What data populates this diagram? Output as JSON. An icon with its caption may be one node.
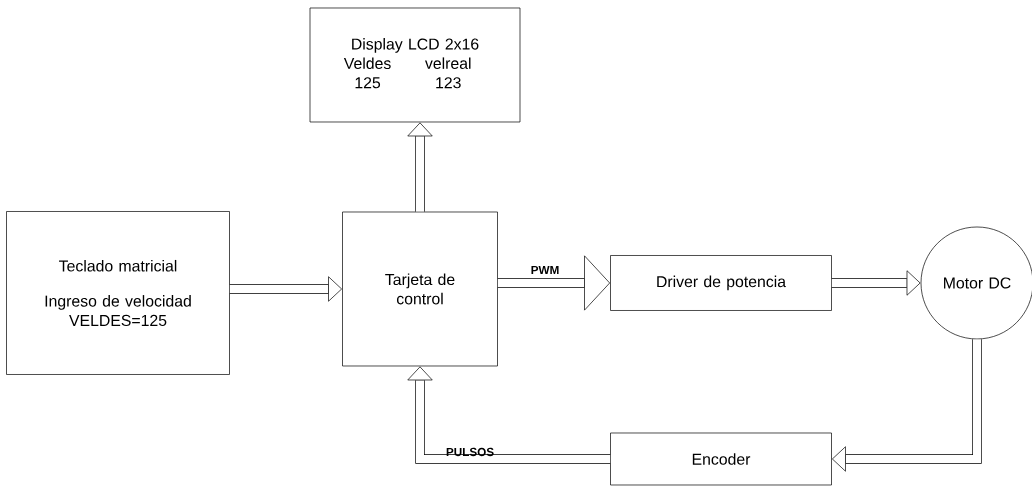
{
  "diagram": {
    "nodes": [
      {
        "text": [
          "Display LCD 2x16",
          "Veldes",
          "velreal",
          "125",
          "123"
        ]
      },
      {
        "text": [
          "Teclado matricial",
          "Ingreso de velocidad VELDES=125"
        ]
      },
      {
        "text": [
          "Tarjeta de control"
        ]
      },
      {
        "text": [
          "Driver de potencia"
        ]
      },
      {
        "text": [
          "Motor DC"
        ]
      },
      {
        "text": [
          "Encoder"
        ]
      }
    ],
    "edges": [
      {
        "from": 1,
        "to": 2,
        "arrow": "to"
      },
      {
        "from": 2,
        "to": 0,
        "arrow": "to"
      },
      {
        "from": 2,
        "to": 3,
        "arrow": "to",
        "label": "PWM"
      },
      {
        "from": 3,
        "to": 4,
        "arrow": "to"
      },
      {
        "from": 4,
        "to": 5,
        "arrow": "to"
      },
      {
        "from": 5,
        "to": 2,
        "arrow": "to",
        "label": "PULSOS"
      }
    ]
  }
}
